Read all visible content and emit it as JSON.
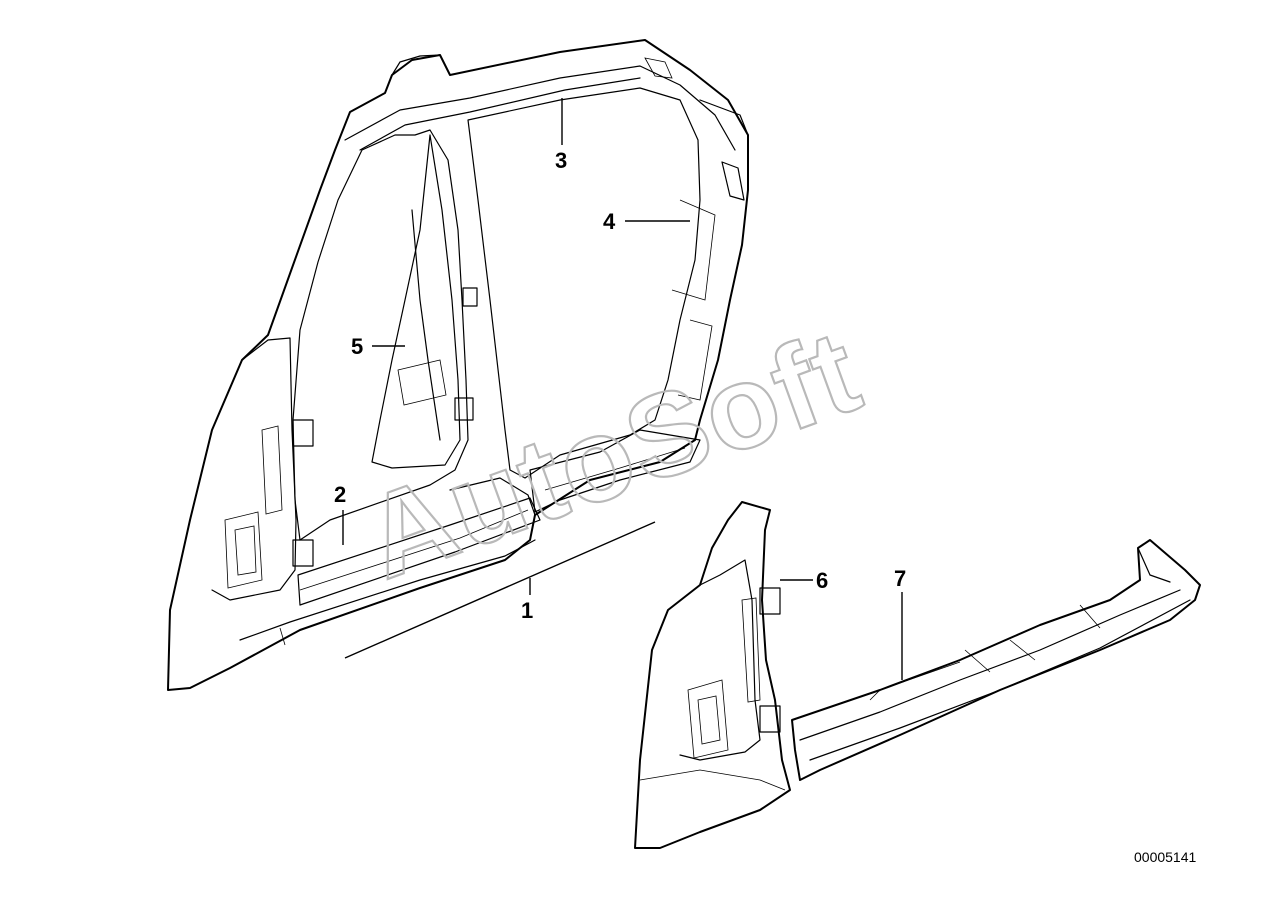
{
  "callouts": {
    "c1": "1",
    "c2": "2",
    "c3": "3",
    "c4": "4",
    "c5": "5",
    "c6": "6",
    "c7": "7"
  },
  "watermark": "AutoSoft",
  "document_number": "00005141"
}
